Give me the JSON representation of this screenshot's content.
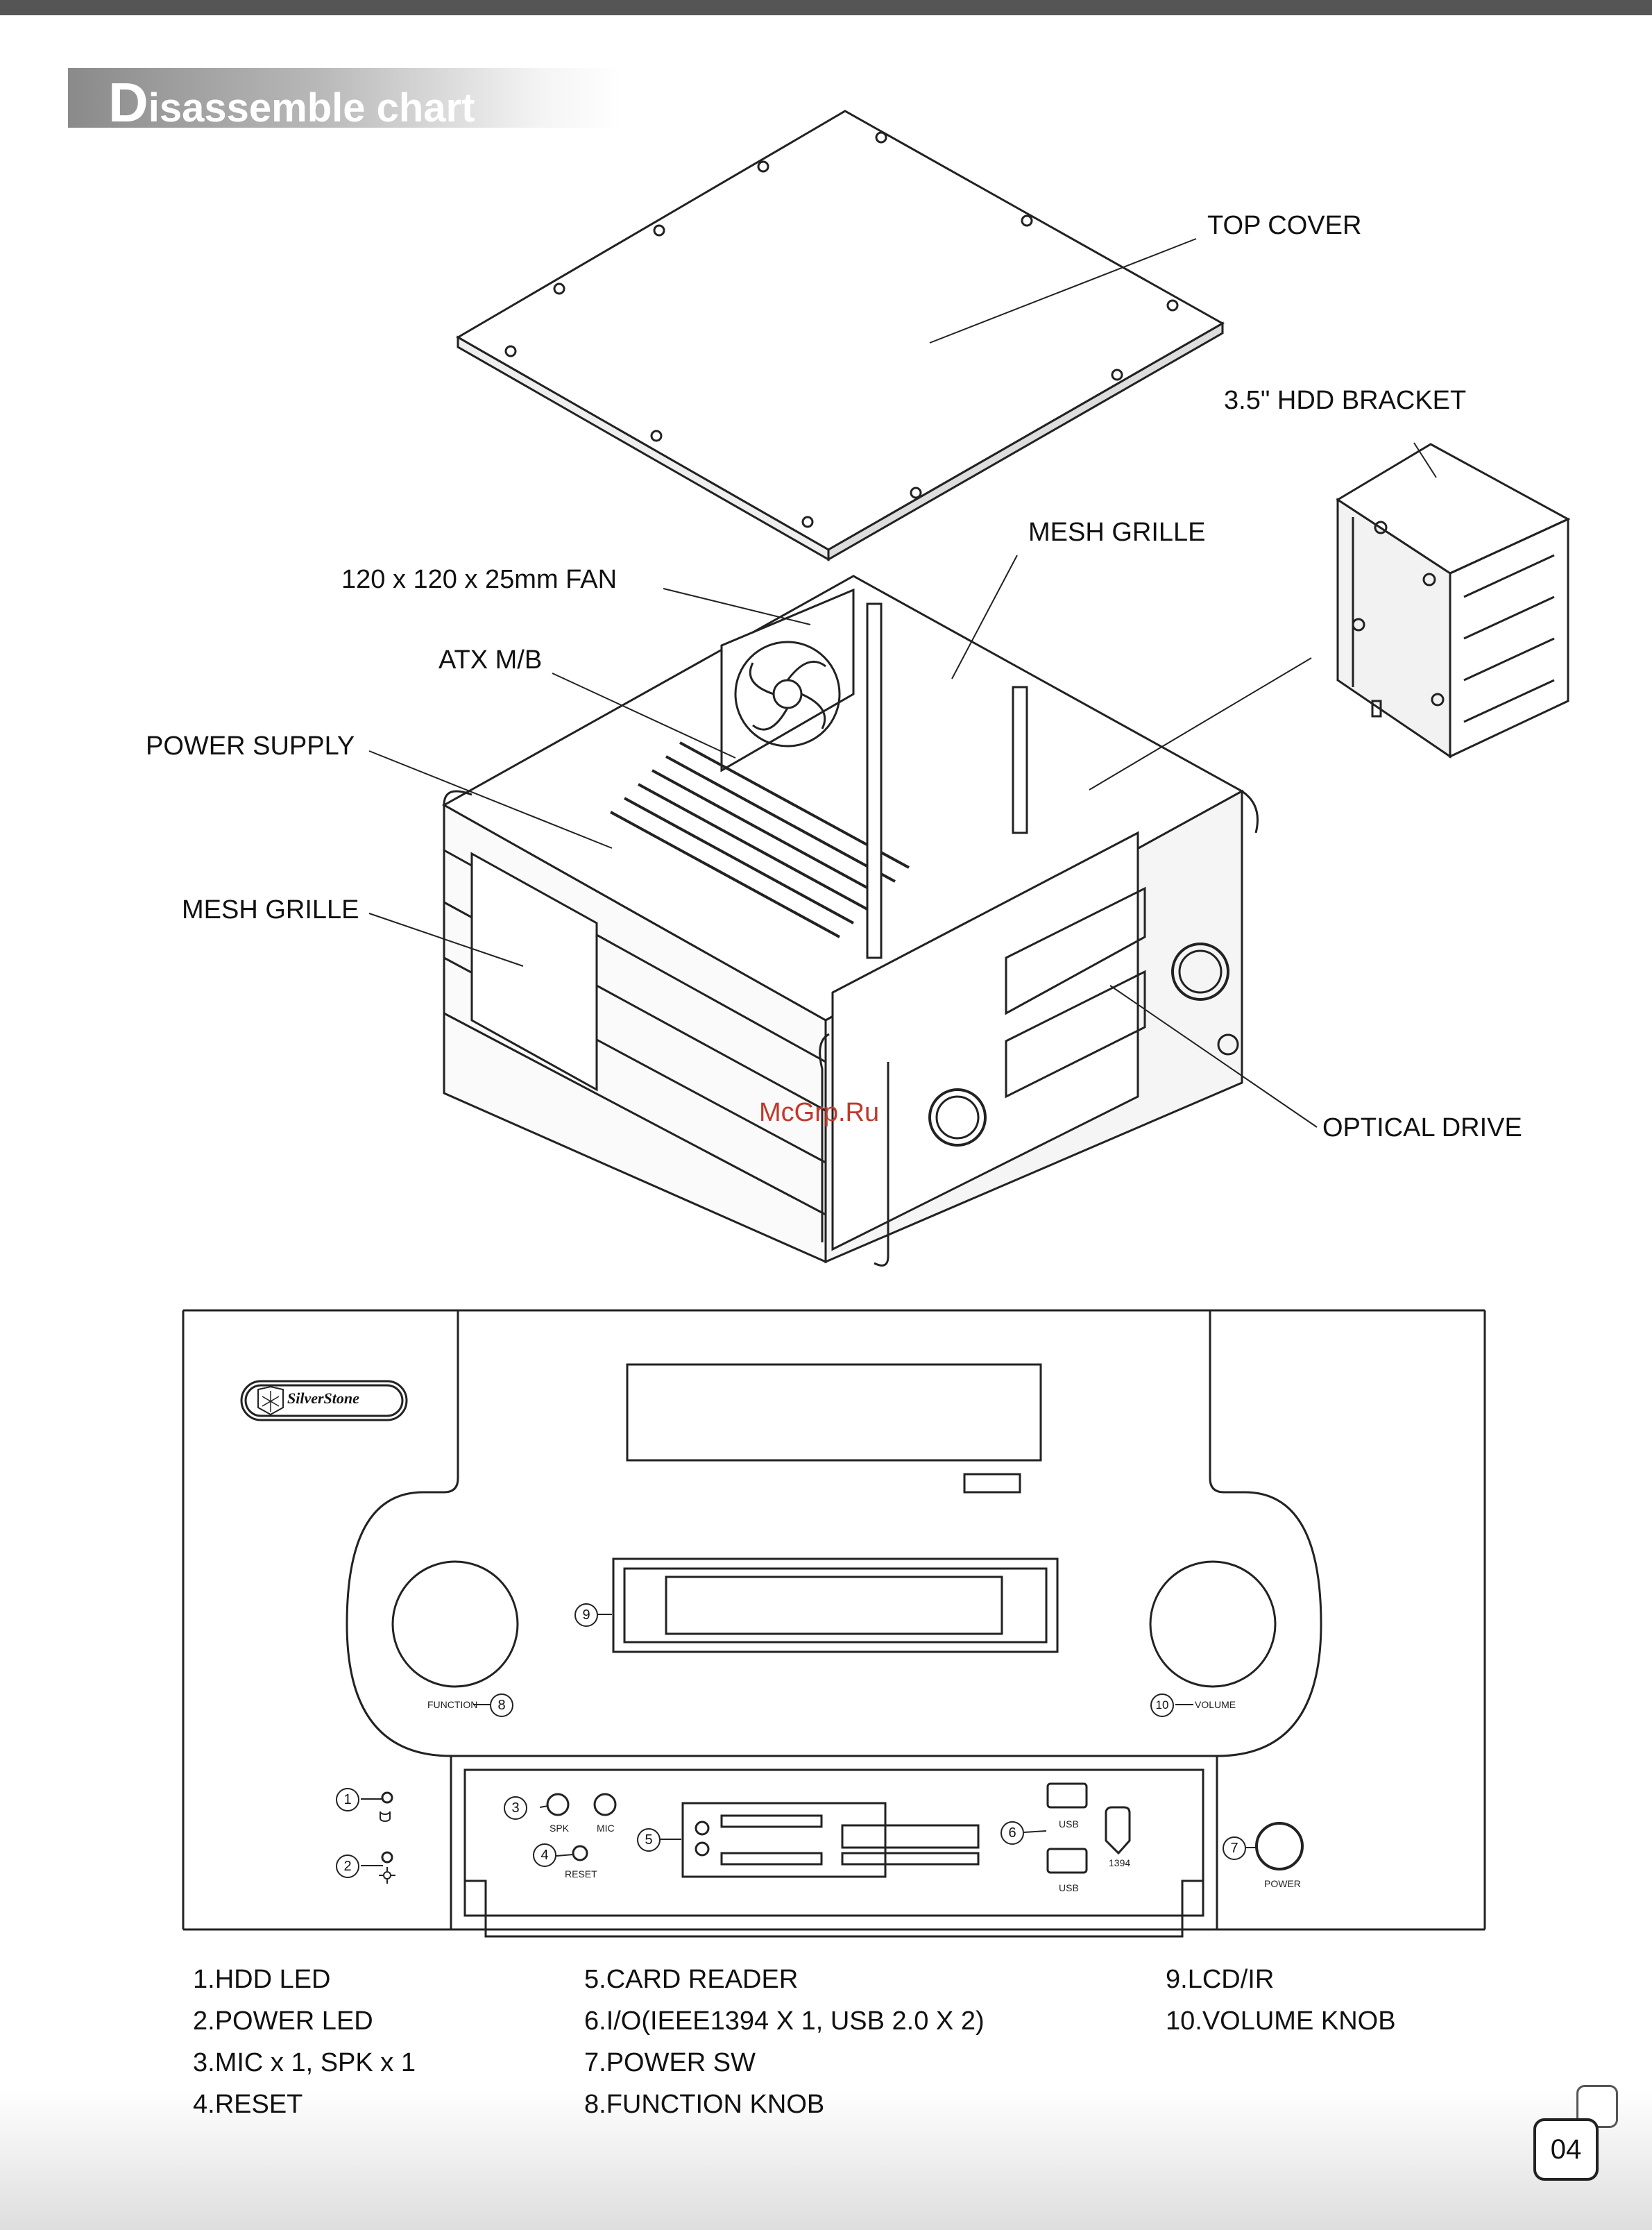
{
  "header": {
    "title_first": "D",
    "title_rest": "isassemble chart"
  },
  "exploded_view": {
    "labels": {
      "top_cover": "TOP COVER",
      "hdd_bracket": "3.5\"  HDD BRACKET",
      "mesh_grille_top": "MESH GRILLE",
      "fan": "120 x 120 x 25mm FAN",
      "atx_mb": "ATX M/B",
      "power_supply": "POWER SUPPLY",
      "mesh_grille_side": "MESH GRILLE",
      "optical_drive": "OPTICAL DRIVE"
    },
    "watermark": "McGrp.Ru"
  },
  "front_panel": {
    "brand": "SilverStone",
    "markers": [
      "1",
      "2",
      "3",
      "4",
      "5",
      "6",
      "7",
      "8",
      "9",
      "10"
    ],
    "small_labels": {
      "function": "FUNCTION",
      "volume": "VOLUME",
      "spk": "SPK",
      "mic": "MIC",
      "reset": "RESET",
      "usb_top": "USB",
      "usb_bottom": "USB",
      "ieee": "1394",
      "power": "POWER"
    }
  },
  "legend": {
    "col1": [
      "1.HDD LED",
      "2.POWER LED",
      "3.MIC x 1, SPK x 1",
      "4.RESET"
    ],
    "col2": [
      "5.CARD READER",
      "6.I/O(IEEE1394 X 1, USB 2.0 X 2)",
      "7.POWER SW",
      "8.FUNCTION KNOB"
    ],
    "col3": [
      "9.LCD/IR",
      "10.VOLUME KNOB"
    ]
  },
  "footer": {
    "page_number": "04"
  }
}
